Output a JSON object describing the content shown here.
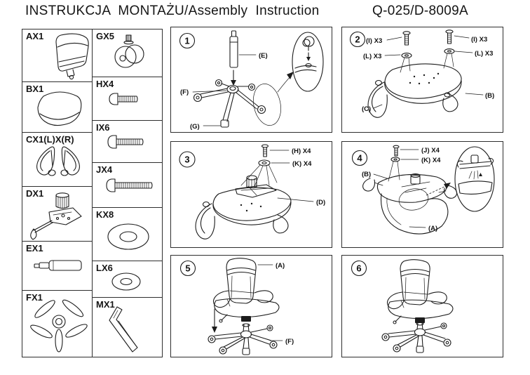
{
  "title": {
    "left": "INSTRUKCJA  MONTAŻU/Assembly  Instruction",
    "right": "Q-025/D-8009A"
  },
  "colors": {
    "line": "#1c1c1c",
    "background": "#ffffff"
  },
  "parts": {
    "column1": [
      {
        "code": "AX1",
        "icon": "backrest-drawing"
      },
      {
        "code": "BX1",
        "icon": "seat-cushion-drawing"
      },
      {
        "code": "CX1(L)X(R)",
        "icon": "armrest-pair-drawing"
      },
      {
        "code": "DX1",
        "icon": "tilt-mechanism-drawing"
      },
      {
        "code": "EX1",
        "icon": "gas-lift-drawing"
      },
      {
        "code": "FX1",
        "icon": "five-star-base-drawing"
      }
    ],
    "column2": [
      {
        "code": "GX5",
        "icon": "caster-wheel-drawing"
      },
      {
        "code": "HX4",
        "icon": "bolt-short-drawing"
      },
      {
        "code": "IX6",
        "icon": "bolt-medium-drawing"
      },
      {
        "code": "JX4",
        "icon": "bolt-long-drawing"
      },
      {
        "code": "KX8",
        "icon": "washer-large-drawing"
      },
      {
        "code": "LX6",
        "icon": "washer-small-drawing"
      },
      {
        "code": "MX1",
        "icon": "allen-key-drawing"
      }
    ]
  },
  "steps": [
    {
      "number": "1",
      "labels": {
        "e": "(E)",
        "f": "(F)",
        "g": "(G)"
      }
    },
    {
      "number": "2",
      "labels": {
        "i_left": "(I) X3",
        "l_left": "(L) X3",
        "i_right": "(I) X3",
        "l_right": "(L) X3",
        "b": "(B)",
        "c": "(C)"
      }
    },
    {
      "number": "3",
      "labels": {
        "h": "(H) X4",
        "k": "(K) X4",
        "d": "(D)"
      }
    },
    {
      "number": "4",
      "labels": {
        "j": "(J) X4",
        "k": "(K) X4",
        "b": "(B)",
        "a": "(A)"
      }
    },
    {
      "number": "5",
      "labels": {
        "a": "(A)",
        "f": "(F)"
      }
    },
    {
      "number": "6",
      "labels": {}
    }
  ]
}
